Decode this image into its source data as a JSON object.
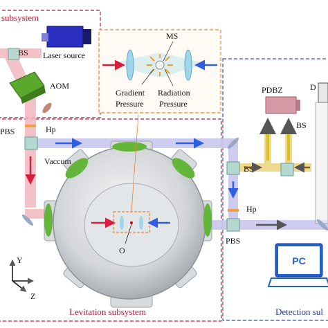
{
  "colors": {
    "red_dash": "#c0143c",
    "orange_dash": "#f08030",
    "blue_dash": "#3050b0",
    "red_beam": "#f2b8c0",
    "blue_beam": "#c9c6ee",
    "arrow_red": "#d81e3c",
    "arrow_blue": "#2f5fe0",
    "aom_green": "#5aa82c",
    "laser_blue": "#2a2fc0",
    "pdbz_pink": "#d69aa6",
    "pc_blue": "#1f5fd0",
    "chamber_gray": "#c8ccd0",
    "window_green": "#63b63a"
  },
  "labels": {
    "laser_subsystem": "subsystem",
    "laser_source": "Laser source",
    "bs_top": "BS",
    "aom": "AOM",
    "pbs_left": "PBS",
    "hp_top": "Hp",
    "vaccum": "Vaccum",
    "ms": "MS",
    "gradient": [
      "Gradient",
      "Pressure"
    ],
    "radiation": [
      "Radiation",
      "Pressure"
    ],
    "pdbz": "PDBZ",
    "d": "D",
    "bs_right": "BS",
    "bs_mid": "BS",
    "hp_right": "Hp",
    "pbs_right": "PBS",
    "origin": "O",
    "pc": "PC",
    "axis_y": "Y",
    "axis_z": "Z",
    "levitation_subsystem": "Levitation subsystem",
    "detection_subsystem": "Detection sul"
  }
}
